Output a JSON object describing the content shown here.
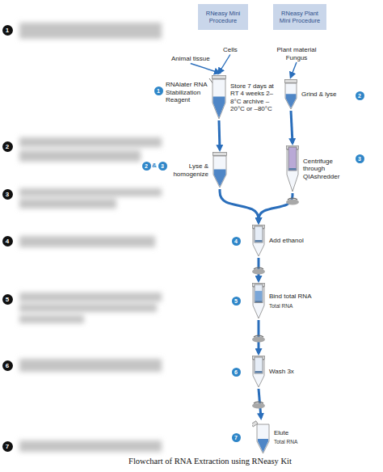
{
  "diagram": {
    "caption": "Flowchart of RNA Extraction using RNeasy Kit",
    "nodes": [
      {
        "text": [
          "RNeasy Mini Procedure"
        ]
      },
      {
        "text": [
          "RNeasy Plant Mini Procedure"
        ]
      },
      {
        "text": [
          "Cells"
        ]
      },
      {
        "text": [
          "Animal tissue"
        ]
      },
      {
        "text": [
          "Plant material Fungus"
        ]
      },
      {
        "text": [
          "Store 7 days at RT 4 weeks 2–8°C archive –20°C or –80°C"
        ]
      },
      {
        "text": [
          "Grind & lyse"
        ]
      },
      {
        "text": [
          "Lyse & homogenize"
        ]
      },
      {
        "text": [
          "Centrifuge through QIAshredder"
        ]
      },
      {
        "text": [
          "Add ethanol"
        ]
      },
      {
        "text": [
          "Bind total RNA",
          "Total RNA"
        ]
      },
      {
        "text": [
          "Wash 3x"
        ]
      },
      {
        "text": [
          "Elute",
          "Total RNA"
        ]
      }
    ],
    "edges": [
      {
        "from": 2,
        "to": 5,
        "arrow": "to"
      },
      {
        "from": 3,
        "to": 5,
        "arrow": "to"
      },
      {
        "from": 4,
        "to": 6,
        "arrow": "to"
      },
      {
        "from": 5,
        "to": 7,
        "arrow": "to"
      },
      {
        "from": 6,
        "to": 8,
        "arrow": "to"
      },
      {
        "from": 7,
        "to": 9,
        "arrow": "to"
      },
      {
        "from": 8,
        "to": 9,
        "arrow": "to"
      },
      {
        "from": 9,
        "to": 10,
        "arrow": "to"
      },
      {
        "from": 10,
        "to": 11,
        "arrow": "to"
      },
      {
        "from": 11,
        "to": 12,
        "arrow": "to"
      }
    ],
    "labels": [
      "1",
      "2",
      "3",
      "4",
      "5",
      "6",
      "7",
      "1",
      "2",
      "2",
      "&",
      "3",
      "3",
      "4",
      "5",
      "6",
      "7",
      "RNAlater RNA Stabilization Reagent"
    ]
  }
}
